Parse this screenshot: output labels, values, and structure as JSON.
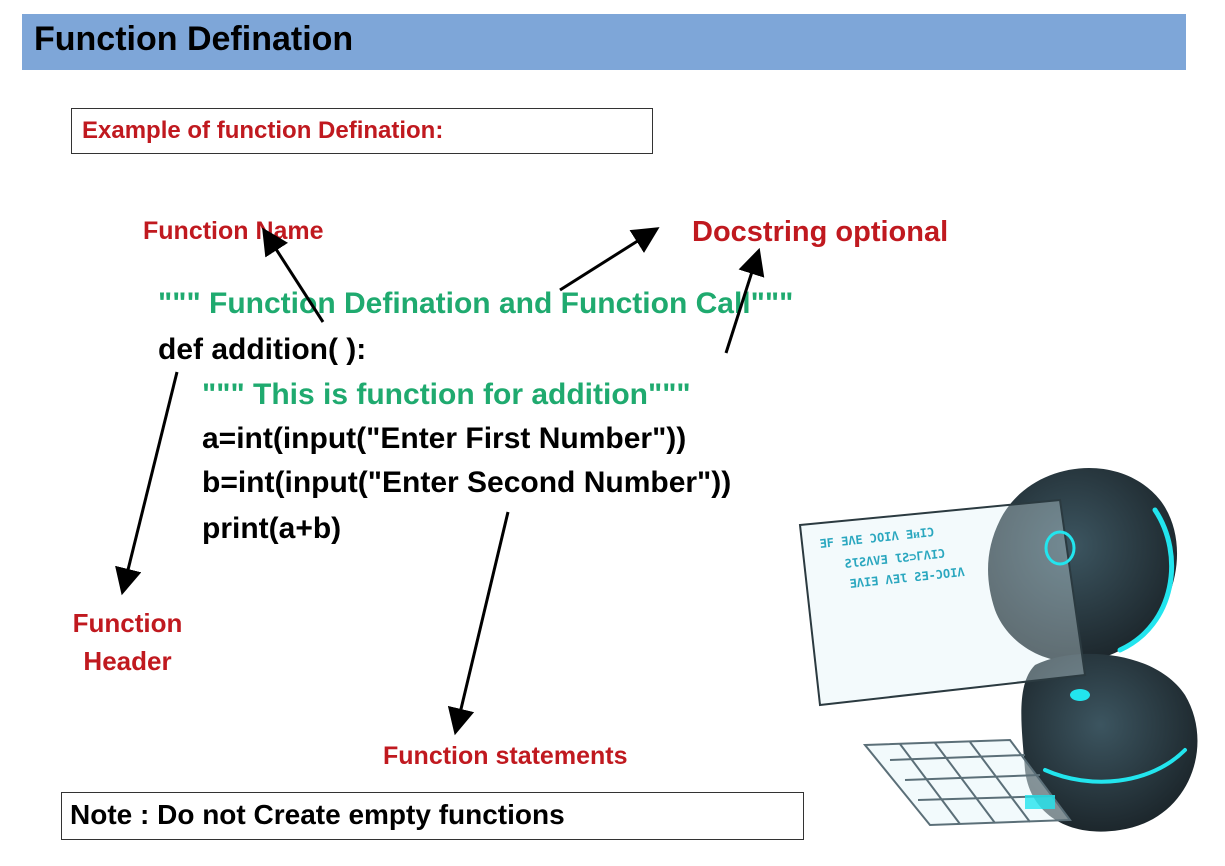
{
  "header": {
    "title": "Function Defination"
  },
  "example_box": {
    "text": "Example of function Defination:"
  },
  "labels": {
    "function_name": "Function Name",
    "docstring": "Docstring optional",
    "function_header_line1": "Function",
    "function_header_line2": "Header",
    "function_statements": "Function statements"
  },
  "code": {
    "line1": "\"\"\" Function Defination and Function Call\"\"\"",
    "line2": "def addition( ):",
    "line3": "\"\"\" This is function for addition\"\"\"",
    "line4": "a=int(input(\"Enter First Number\"))",
    "line5": "b=int(input(\"Enter Second Number\"))",
    "line6": "print(a+b)"
  },
  "note": {
    "text": "Note : Do not Create empty functions"
  },
  "colors": {
    "title_bar": "#7ea6d8",
    "label_red": "#c0191f",
    "docstring_green": "#1faa6f",
    "illustration_glow": "#22e5ee"
  },
  "icons": {
    "illustration": "computer-3d-icon"
  }
}
